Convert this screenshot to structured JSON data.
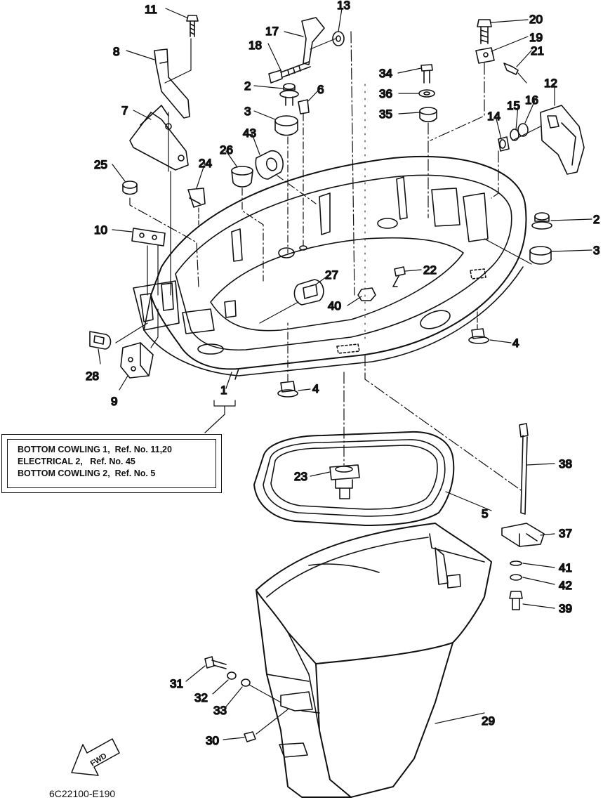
{
  "diagram": {
    "callouts": [
      {
        "num": "11"
      },
      {
        "num": "8"
      },
      {
        "num": "7"
      },
      {
        "num": "25"
      },
      {
        "num": "10"
      },
      {
        "num": "28"
      },
      {
        "num": "9"
      },
      {
        "num": "1"
      },
      {
        "num": "13"
      },
      {
        "num": "17"
      },
      {
        "num": "18"
      },
      {
        "num": "2"
      },
      {
        "num": "6"
      },
      {
        "num": "3"
      },
      {
        "num": "43"
      },
      {
        "num": "26"
      },
      {
        "num": "24"
      },
      {
        "num": "27"
      },
      {
        "num": "40"
      },
      {
        "num": "4"
      },
      {
        "num": "4"
      },
      {
        "num": "22"
      },
      {
        "num": "20"
      },
      {
        "num": "19"
      },
      {
        "num": "21"
      },
      {
        "num": "34"
      },
      {
        "num": "36"
      },
      {
        "num": "35"
      },
      {
        "num": "12"
      },
      {
        "num": "16"
      },
      {
        "num": "15"
      },
      {
        "num": "14"
      },
      {
        "num": "2"
      },
      {
        "num": "3"
      },
      {
        "num": "23"
      },
      {
        "num": "5"
      },
      {
        "num": "38"
      },
      {
        "num": "37"
      },
      {
        "num": "41"
      },
      {
        "num": "42"
      },
      {
        "num": "39"
      },
      {
        "num": "31"
      },
      {
        "num": "32"
      },
      {
        "num": "33"
      },
      {
        "num": "30"
      },
      {
        "num": "29"
      }
    ],
    "reference_box": [
      "BOTTOM COWLING 1,  Ref. No. 11,20",
      "ELECTRICAL 2,   Ref. No. 45",
      "BOTTOM COWLING 2,  Ref. No. 5"
    ],
    "direction_label": "FWD",
    "drawing_code": "6C22100-E190"
  }
}
